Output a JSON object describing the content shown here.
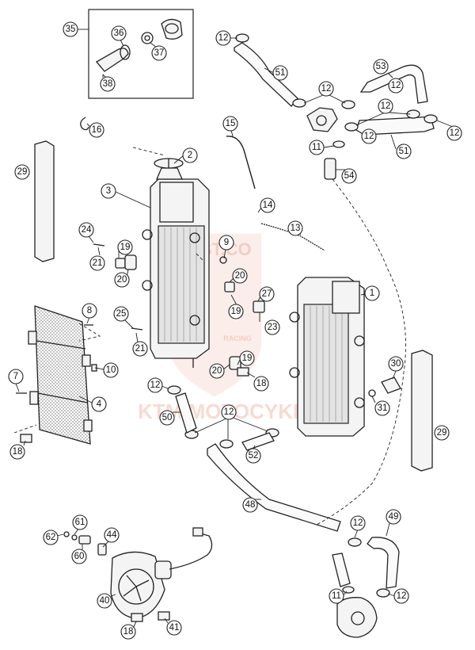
{
  "diagram": {
    "type": "exploded-parts-diagram",
    "watermark": {
      "top_text": "BEST.CO",
      "side_text": "RACING",
      "bottom_text": "KTM MOTOCYKL",
      "color": "#e05a3a"
    },
    "callouts": [
      {
        "num": "1"
      },
      {
        "num": "2"
      },
      {
        "num": "3"
      },
      {
        "num": "4"
      },
      {
        "num": "7"
      },
      {
        "num": "8"
      },
      {
        "num": "9"
      },
      {
        "num": "10"
      },
      {
        "num": "11"
      },
      {
        "num": "11"
      },
      {
        "num": "12"
      },
      {
        "num": "12"
      },
      {
        "num": "12"
      },
      {
        "num": "12"
      },
      {
        "num": "12"
      },
      {
        "num": "12"
      },
      {
        "num": "12"
      },
      {
        "num": "12"
      },
      {
        "num": "12"
      },
      {
        "num": "12"
      },
      {
        "num": "13"
      },
      {
        "num": "14"
      },
      {
        "num": "15"
      },
      {
        "num": "16"
      },
      {
        "num": "18"
      },
      {
        "num": "18"
      },
      {
        "num": "18"
      },
      {
        "num": "19"
      },
      {
        "num": "19"
      },
      {
        "num": "19"
      },
      {
        "num": "20"
      },
      {
        "num": "20"
      },
      {
        "num": "20"
      },
      {
        "num": "21"
      },
      {
        "num": "21"
      },
      {
        "num": "23"
      },
      {
        "num": "24"
      },
      {
        "num": "25"
      },
      {
        "num": "27"
      },
      {
        "num": "29"
      },
      {
        "num": "29"
      },
      {
        "num": "30"
      },
      {
        "num": "31"
      },
      {
        "num": "35"
      },
      {
        "num": "36"
      },
      {
        "num": "37"
      },
      {
        "num": "38"
      },
      {
        "num": "40"
      },
      {
        "num": "41"
      },
      {
        "num": "44"
      },
      {
        "num": "48"
      },
      {
        "num": "49"
      },
      {
        "num": "50"
      },
      {
        "num": "51"
      },
      {
        "num": "51"
      },
      {
        "num": "52"
      },
      {
        "num": "53"
      },
      {
        "num": "54"
      },
      {
        "num": "60"
      },
      {
        "num": "61"
      },
      {
        "num": "62"
      }
    ]
  }
}
